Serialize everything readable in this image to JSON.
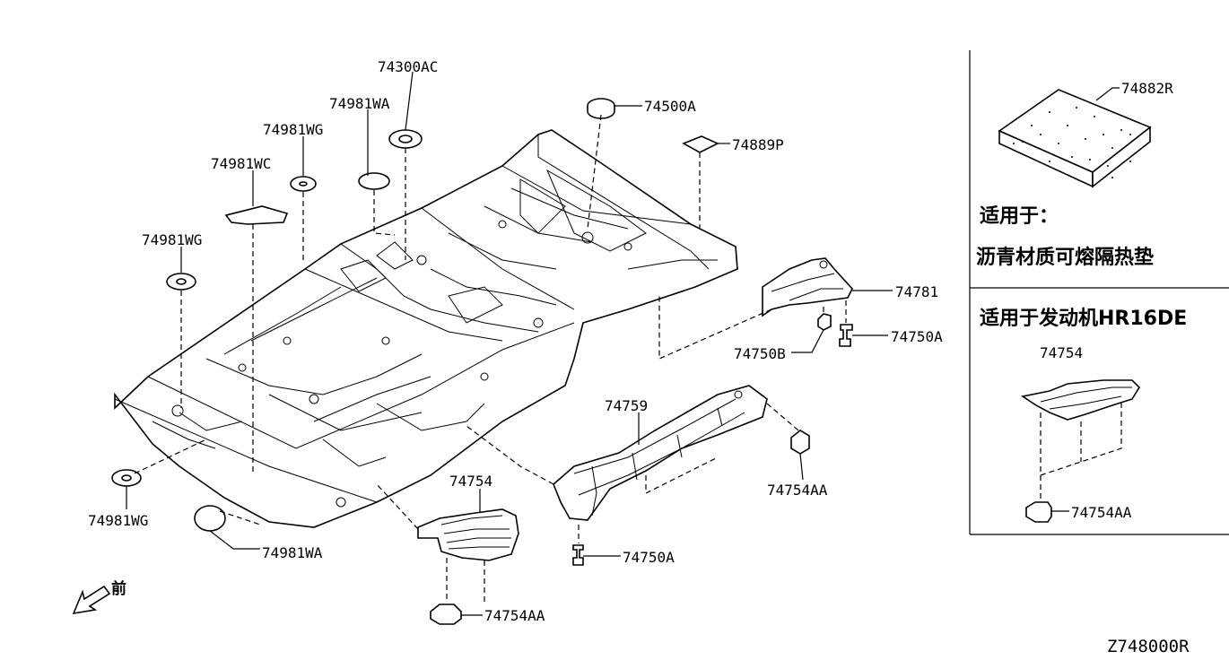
{
  "labels": {
    "p74300AC": "74300AC",
    "p74981WA_top": "74981WA",
    "p74981WG_top": "74981WG",
    "p74981WC": "74981WC",
    "p74981WG_mid": "74981WG",
    "p74981WG_low": "74981WG",
    "p74981WA_low": "74981WA",
    "p74500A": "74500A",
    "p74889P": "74889P",
    "p74781": "74781",
    "p74750B": "74750B",
    "p74750A_right": "74750A",
    "p74759": "74759",
    "p74754AA_mid": "74754AA",
    "p74754": "74754",
    "p74750A_low": "74750A",
    "p74754AA_low": "74754AA",
    "p74882R": "74882R",
    "p74754_box": "74754",
    "p74754AA_box": "74754AA"
  },
  "notes": {
    "applies_to": "适用于：",
    "asphalt_pad": "沥青材质可熔隔热垫",
    "engine_hr16de": "适用于发动机HR16DE",
    "front": "前"
  },
  "diagram_id": "Z748000R"
}
